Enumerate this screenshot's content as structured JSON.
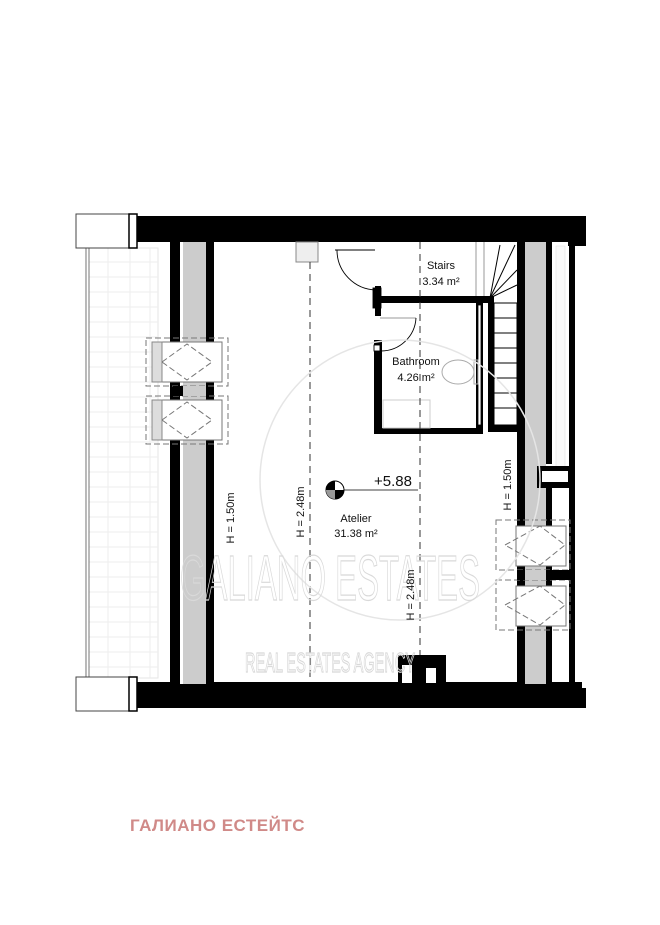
{
  "plan": {
    "elevation": "+5.88",
    "rooms": [
      {
        "name": "Stairs",
        "area": "3.34 m²"
      },
      {
        "name": "Bathroom",
        "area": "4.26 m²"
      },
      {
        "name": "Atelier",
        "area": "31.38 m²"
      }
    ],
    "heights": {
      "left_wall": "H = 1.50m",
      "mid_left": "H = 2.48m",
      "mid_right": "H = 2.48m",
      "right_wall": "H = 1.50m"
    }
  },
  "watermark": {
    "title": "GALIANO ESTATES",
    "subtitle": "REAL ESTATES AGENCY"
  },
  "brand": {
    "name": "ГАЛИАНО ЕСТЕЙТС",
    "color": "#d08a88"
  },
  "colors": {
    "wall": "#000000",
    "insulation": "#cccccc",
    "watermark": "#d9d9d9"
  }
}
